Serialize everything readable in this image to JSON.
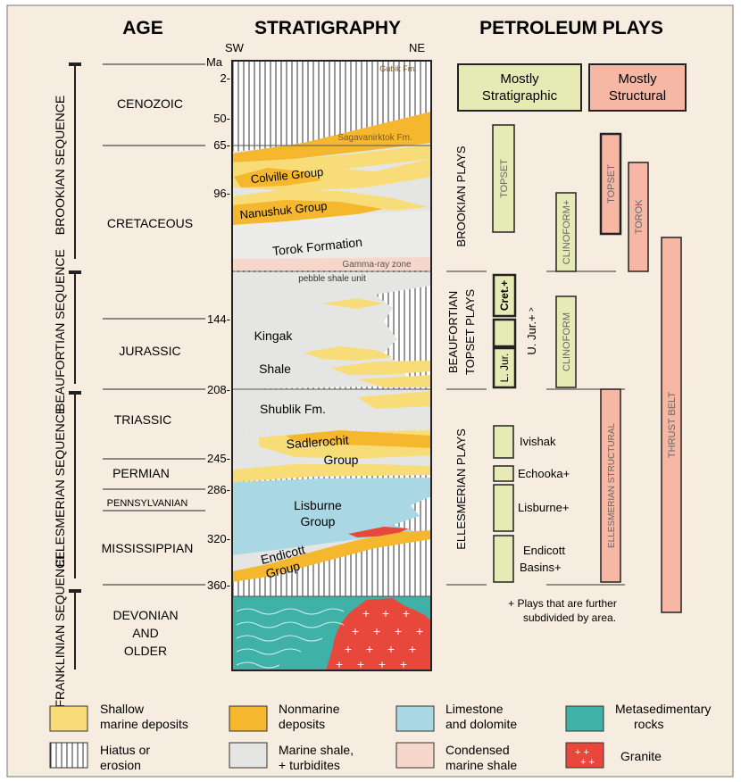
{
  "headers": {
    "age": "AGE",
    "stratigraphy": "STRATIGRAPHY",
    "plays": "PETROLEUM PLAYS"
  },
  "directions": {
    "sw": "SW",
    "ne": "NE"
  },
  "sequences": {
    "brookian": "BROOKIAN SEQUENCE",
    "beaufortian": "BEAUFORTIAN SEQUENCE",
    "ellesmerian": "ELLESMERIAN SEQUENCE",
    "franklinian": "FRANKLINIAN SEQUENCE"
  },
  "ages": {
    "cenozoic": "CENOZOIC",
    "cretaceous": "CRETACEOUS",
    "jurassic": "JURASSIC",
    "triassic": "TRIASSIC",
    "permian": "PERMIAN",
    "pennsylvanian": "PENNSYLVANIAN",
    "mississippian": "MISSISSIPPIAN",
    "devonian_1": "DEVONIAN",
    "devonian_2": "AND",
    "devonian_3": "OLDER"
  },
  "ma_ticks": {
    "unit": "Ma",
    "t2": "2-",
    "t50": "50-",
    "t65": "65-",
    "t96": "96-",
    "t144": "144-",
    "t208": "208-",
    "t245": "245-",
    "t286": "286-",
    "t320": "320-",
    "t360": "360-"
  },
  "units": {
    "gubik": "Gubik Fm.",
    "sagavanirktok": "Sagavanirktok Fm.",
    "colville": "Colville Group",
    "nanushuk": "Nanushuk Group",
    "torok": "Torok Formation",
    "gamma": "Gamma-ray zone",
    "pebble": "pebble shale unit",
    "kingak": "Kingak",
    "shale": "Shale",
    "shublik": "Shublik Fm.",
    "sadlerochit": "Sadlerochit",
    "sadlerochit_group": "Group",
    "lisburne": "Lisburne",
    "lisburne_group": "Group",
    "endicott": "Endicott",
    "endicott_group": "Group"
  },
  "play_types": {
    "strat_1": "Mostly",
    "strat_2": "Stratigraphic",
    "struct_1": "Mostly",
    "struct_2": "Structural"
  },
  "play_groups": {
    "brookian": "BROOKIAN PLAYS",
    "beaufortian_1": "BEAUFORTIAN",
    "beaufortian_2": "TOPSET PLAYS",
    "ellesmerian": "ELLESMERIAN PLAYS"
  },
  "plays": {
    "topset": "TOPSET",
    "clinoform_plus": "CLINOFORM+",
    "topset_struct": "TOPSET",
    "torok": "TOROK",
    "thrust_belt": "THRUST BELT",
    "cret": "Cret.+",
    "ujur": "U. Jur.+",
    "ljur": "L. Jur.",
    "clinoform": "CLINOFORM",
    "ivishak": "Ivishak",
    "echooka": "Echooka+",
    "lisburne": "Lisburne+",
    "endicott_1": "Endicott",
    "endicott_2": "Basins+",
    "ell_struct": "ELLESMERIAN STRUCTURAL"
  },
  "note": {
    "line1": "+ Plays that are further",
    "line2": "subdivided by area."
  },
  "legend": {
    "shallow_1": "Shallow",
    "shallow_2": "marine deposits",
    "nonmarine_1": "Nonmarine",
    "nonmarine_2": "deposits",
    "limestone_1": "Limestone",
    "limestone_2": "and dolomite",
    "meta_1": "Metasedimentary",
    "meta_2": "rocks",
    "hiatus_1": "Hiatus or",
    "hiatus_2": "erosion",
    "shale_1": "Marine shale,",
    "shale_2": "+ turbidites",
    "condensed_1": "Condensed",
    "condensed_2": "marine shale",
    "granite": "Granite"
  },
  "colors": {
    "background": "#f6ecdf",
    "shallow": "#f8dc78",
    "nonmarine": "#f5b72e",
    "limestone": "#a9d8e4",
    "meta": "#3fb1a7",
    "shale": "#e5e5e3",
    "condensed": "#f7d7cc",
    "granite": "#e8473b",
    "strat_play": "#e6ebb6",
    "struct_play": "#f6b8a4"
  }
}
